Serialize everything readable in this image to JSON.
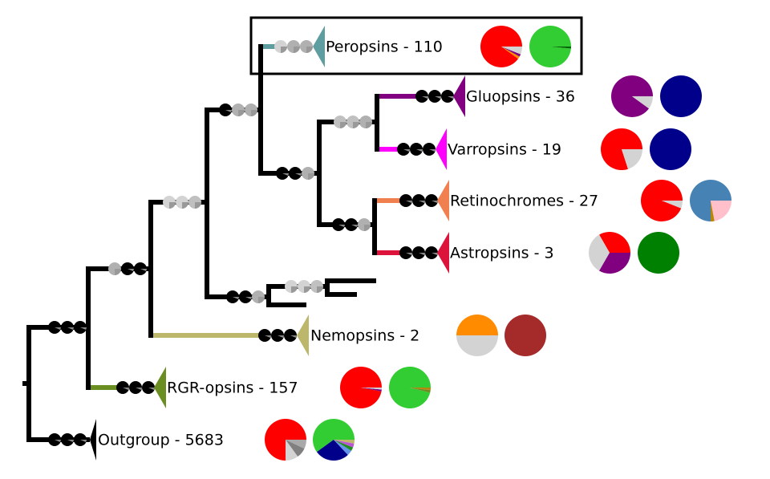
{
  "clades": [
    {
      "id": "peropsins",
      "label": "Peropsins - 110",
      "color": "#5f9ea0",
      "highlighted": true,
      "node_circles": [
        "#d3d3d3",
        "#b0b0b0",
        "#b0b0b0"
      ],
      "pies": [
        [
          {
            "v": 0.9,
            "c": "#ff0000"
          },
          {
            "v": 0.02,
            "c": "#ff8c00"
          },
          {
            "v": 0.02,
            "c": "#800080"
          },
          {
            "v": 0.06,
            "c": "#d3d3d3"
          }
        ],
        [
          {
            "v": 0.985,
            "c": "#32cd32"
          },
          {
            "v": 0.015,
            "c": "#006400"
          }
        ]
      ]
    },
    {
      "id": "gluopsins",
      "label": "Gluopsins - 36",
      "color": "#800080",
      "node_circles": [
        "#000000",
        "#000000",
        "#000000"
      ],
      "pies": [
        [
          {
            "v": 0.9,
            "c": "#800080"
          },
          {
            "v": 0.1,
            "c": "#d3d3d3"
          }
        ],
        [
          {
            "v": 1,
            "c": "#00008b"
          }
        ]
      ]
    },
    {
      "id": "varropsins",
      "label": "Varropsins - 19",
      "color": "#ff00ff",
      "node_circles": [
        "#000000",
        "#000000",
        "#000000"
      ],
      "pies": [
        [
          {
            "v": 0.8,
            "c": "#ff0000"
          },
          {
            "v": 0.2,
            "c": "#d3d3d3"
          }
        ],
        [
          {
            "v": 1,
            "c": "#00008b"
          }
        ]
      ]
    },
    {
      "id": "retinochromes",
      "label": "Retinochromes - 27",
      "color": "#f08050",
      "node_circles": [
        "#000000",
        "#000000",
        "#000000"
      ],
      "pies": [
        [
          {
            "v": 0.94,
            "c": "#ff0000"
          },
          {
            "v": 0.06,
            "c": "#d3d3d3"
          }
        ],
        [
          {
            "v": 0.75,
            "c": "#4682b4"
          },
          {
            "v": 0.03,
            "c": "#b8860b"
          },
          {
            "v": 0.22,
            "c": "#ffc0cb"
          }
        ]
      ]
    },
    {
      "id": "astropsins",
      "label": "Astropsins - 3",
      "color": "#dc143c",
      "node_circles": [
        "#000000",
        "#000000",
        "#000000"
      ],
      "pies": [
        [
          {
            "v": 0.333,
            "c": "#ff0000"
          },
          {
            "v": 0.334,
            "c": "#d3d3d3"
          },
          {
            "v": 0.333,
            "c": "#800080"
          }
        ],
        [
          {
            "v": 1,
            "c": "#008000"
          }
        ]
      ]
    },
    {
      "id": "nemopsins",
      "label": "Nemopsins - 2",
      "color": "#bdb76b",
      "node_circles": [
        "#000000",
        "#000000",
        "#000000"
      ],
      "pies": [
        [
          {
            "v": 0.5,
            "c": "#ff8c00"
          },
          {
            "v": 0.5,
            "c": "#d3d3d3"
          }
        ],
        [
          {
            "v": 1,
            "c": "#a52a2a"
          }
        ]
      ]
    },
    {
      "id": "rgr-opsins",
      "label": "RGR-opsins - 157",
      "color": "#6b8e23",
      "node_circles": [
        "#000000",
        "#000000",
        "#000000"
      ],
      "pies": [
        [
          {
            "v": 0.97,
            "c": "#ff0000"
          },
          {
            "v": 0.015,
            "c": "#800080"
          },
          {
            "v": 0.015,
            "c": "#d3d3d3"
          }
        ],
        [
          {
            "v": 0.96,
            "c": "#32cd32"
          },
          {
            "v": 0.02,
            "c": "#6b8e23"
          },
          {
            "v": 0.02,
            "c": "#b8860b"
          }
        ]
      ]
    },
    {
      "id": "outgroup",
      "label": "Outgroup - 5683",
      "color": "#000000",
      "node_circles": [
        "#000000",
        "#000000",
        "#000000"
      ],
      "pies": [
        [
          {
            "v": 0.75,
            "c": "#ff0000"
          },
          {
            "v": 0.1,
            "c": "#d3d3d3"
          },
          {
            "v": 0.08,
            "c": "#808080"
          },
          {
            "v": 0.07,
            "c": "#a9a9a9"
          }
        ],
        [
          {
            "v": 0.6,
            "c": "#32cd32"
          },
          {
            "v": 0.27,
            "c": "#00008b"
          },
          {
            "v": 0.04,
            "c": "#6495ed"
          },
          {
            "v": 0.03,
            "c": "#228b22"
          },
          {
            "v": 0.03,
            "c": "#ba55d3"
          },
          {
            "v": 0.03,
            "c": "#bdb76b"
          }
        ]
      ]
    }
  ],
  "internal_nodes": [
    {
      "id": "n-root-upper",
      "circles": [
        "#000000",
        "#000000",
        "#000000"
      ]
    },
    {
      "id": "n-2",
      "circles": [
        "#b0b0b0",
        "#000000",
        "#000000"
      ]
    },
    {
      "id": "n-3",
      "circles": [
        "#d3d3d3",
        "#d3d3d3",
        "#c0c0c0"
      ]
    },
    {
      "id": "n-4",
      "circles": [
        "#000000",
        "#b0b0b0",
        "#b0b0b0"
      ]
    },
    {
      "id": "n-5",
      "circles": [
        "#000000",
        "#000000",
        "#b0b0b0"
      ]
    },
    {
      "id": "n-6",
      "circles": [
        "#000000",
        "#000000",
        "#b0b0b0"
      ]
    },
    {
      "id": "n-7",
      "circles": [
        "#c0c0c0",
        "#c0c0c0",
        "#b0b0b0"
      ]
    },
    {
      "id": "n-8",
      "circles": [
        "#000000",
        "#000000",
        "#b0b0b0"
      ]
    },
    {
      "id": "n-9",
      "circles": [
        "#d3d3d3",
        "#d3d3d3",
        "#c0c0c0"
      ]
    }
  ]
}
